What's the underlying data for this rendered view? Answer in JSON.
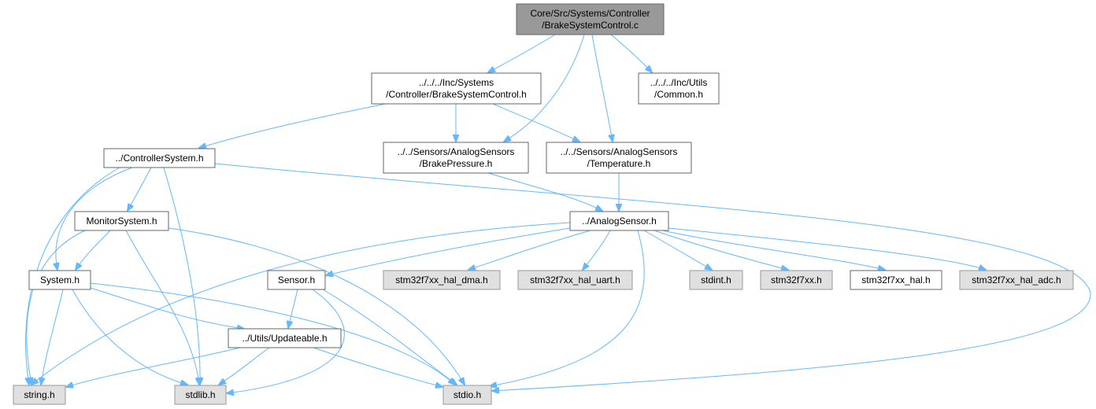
{
  "colors": {
    "edge": "#63b8ff",
    "root_fill": "#999999",
    "root_stroke": "#666666",
    "local_fill": "#ffffff",
    "local_stroke": "#666666",
    "system_fill": "#e0e0e0",
    "system_stroke": "#999999"
  },
  "nodes": [
    {
      "id": "root",
      "kind": "root",
      "lines": [
        "Core/Src/Systems/Controller",
        "/BrakeSystemControl.c"
      ]
    },
    {
      "id": "bsc_h",
      "kind": "local",
      "lines": [
        "../../../Inc/Systems",
        "/Controller/BrakeSystemControl.h"
      ]
    },
    {
      "id": "common_h",
      "kind": "local",
      "lines": [
        "../../../Inc/Utils",
        "/Common.h"
      ]
    },
    {
      "id": "controllersystem_h",
      "kind": "local",
      "lines": [
        "../ControllerSystem.h"
      ]
    },
    {
      "id": "brakepressure_h",
      "kind": "local",
      "lines": [
        "../../Sensors/AnalogSensors",
        "/BrakePressure.h"
      ]
    },
    {
      "id": "temperature_h",
      "kind": "local",
      "lines": [
        "../../Sensors/AnalogSensors",
        "/Temperature.h"
      ]
    },
    {
      "id": "monitorsystem_h",
      "kind": "local",
      "lines": [
        "MonitorSystem.h"
      ]
    },
    {
      "id": "analogsensor_h",
      "kind": "local",
      "lines": [
        "../AnalogSensor.h"
      ]
    },
    {
      "id": "system_h",
      "kind": "local",
      "lines": [
        "System.h"
      ]
    },
    {
      "id": "sensor_h",
      "kind": "local",
      "lines": [
        "Sensor.h"
      ]
    },
    {
      "id": "dma_h",
      "kind": "system",
      "lines": [
        "stm32f7xx_hal_dma.h"
      ]
    },
    {
      "id": "uart_h",
      "kind": "system",
      "lines": [
        "stm32f7xx_hal_uart.h"
      ]
    },
    {
      "id": "stdint_h",
      "kind": "system",
      "lines": [
        "stdint.h"
      ]
    },
    {
      "id": "stm32f7xx_h",
      "kind": "system",
      "lines": [
        "stm32f7xx.h"
      ]
    },
    {
      "id": "hal_h",
      "kind": "local",
      "lines": [
        "stm32f7xx_hal.h"
      ]
    },
    {
      "id": "adc_h",
      "kind": "system",
      "lines": [
        "stm32f7xx_hal_adc.h"
      ]
    },
    {
      "id": "updateable_h",
      "kind": "local",
      "lines": [
        "../Utils/Updateable.h"
      ]
    },
    {
      "id": "string_h",
      "kind": "system",
      "lines": [
        "string.h"
      ]
    },
    {
      "id": "stdlib_h",
      "kind": "system",
      "lines": [
        "stdlib.h"
      ]
    },
    {
      "id": "stdio_h",
      "kind": "system",
      "lines": [
        "stdio.h"
      ]
    }
  ],
  "edges": [
    {
      "from": "root",
      "to": "bsc_h"
    },
    {
      "from": "root",
      "to": "brakepressure_h"
    },
    {
      "from": "root",
      "to": "temperature_h"
    },
    {
      "from": "root",
      "to": "common_h"
    },
    {
      "from": "bsc_h",
      "to": "controllersystem_h"
    },
    {
      "from": "bsc_h",
      "to": "brakepressure_h"
    },
    {
      "from": "bsc_h",
      "to": "temperature_h"
    },
    {
      "from": "controllersystem_h",
      "to": "monitorsystem_h"
    },
    {
      "from": "controllersystem_h",
      "to": "system_h"
    },
    {
      "from": "controllersystem_h",
      "to": "string_h"
    },
    {
      "from": "controllersystem_h",
      "to": "stdlib_h"
    },
    {
      "from": "controllersystem_h",
      "to": "stdio_h"
    },
    {
      "from": "brakepressure_h",
      "to": "analogsensor_h"
    },
    {
      "from": "temperature_h",
      "to": "analogsensor_h"
    },
    {
      "from": "monitorsystem_h",
      "to": "system_h"
    },
    {
      "from": "monitorsystem_h",
      "to": "string_h"
    },
    {
      "from": "monitorsystem_h",
      "to": "stdlib_h"
    },
    {
      "from": "monitorsystem_h",
      "to": "stdio_h"
    },
    {
      "from": "system_h",
      "to": "updateable_h"
    },
    {
      "from": "system_h",
      "to": "string_h"
    },
    {
      "from": "system_h",
      "to": "stdlib_h"
    },
    {
      "from": "system_h",
      "to": "stdio_h"
    },
    {
      "from": "analogsensor_h",
      "to": "sensor_h"
    },
    {
      "from": "analogsensor_h",
      "to": "dma_h"
    },
    {
      "from": "analogsensor_h",
      "to": "uart_h"
    },
    {
      "from": "analogsensor_h",
      "to": "stdint_h"
    },
    {
      "from": "analogsensor_h",
      "to": "stm32f7xx_h"
    },
    {
      "from": "analogsensor_h",
      "to": "hal_h"
    },
    {
      "from": "analogsensor_h",
      "to": "adc_h"
    },
    {
      "from": "analogsensor_h",
      "to": "string_h"
    },
    {
      "from": "analogsensor_h",
      "to": "stdio_h"
    },
    {
      "from": "sensor_h",
      "to": "updateable_h"
    },
    {
      "from": "sensor_h",
      "to": "stdlib_h"
    },
    {
      "from": "sensor_h",
      "to": "stdio_h"
    },
    {
      "from": "updateable_h",
      "to": "string_h"
    },
    {
      "from": "updateable_h",
      "to": "stdlib_h"
    },
    {
      "from": "updateable_h",
      "to": "stdio_h"
    }
  ]
}
